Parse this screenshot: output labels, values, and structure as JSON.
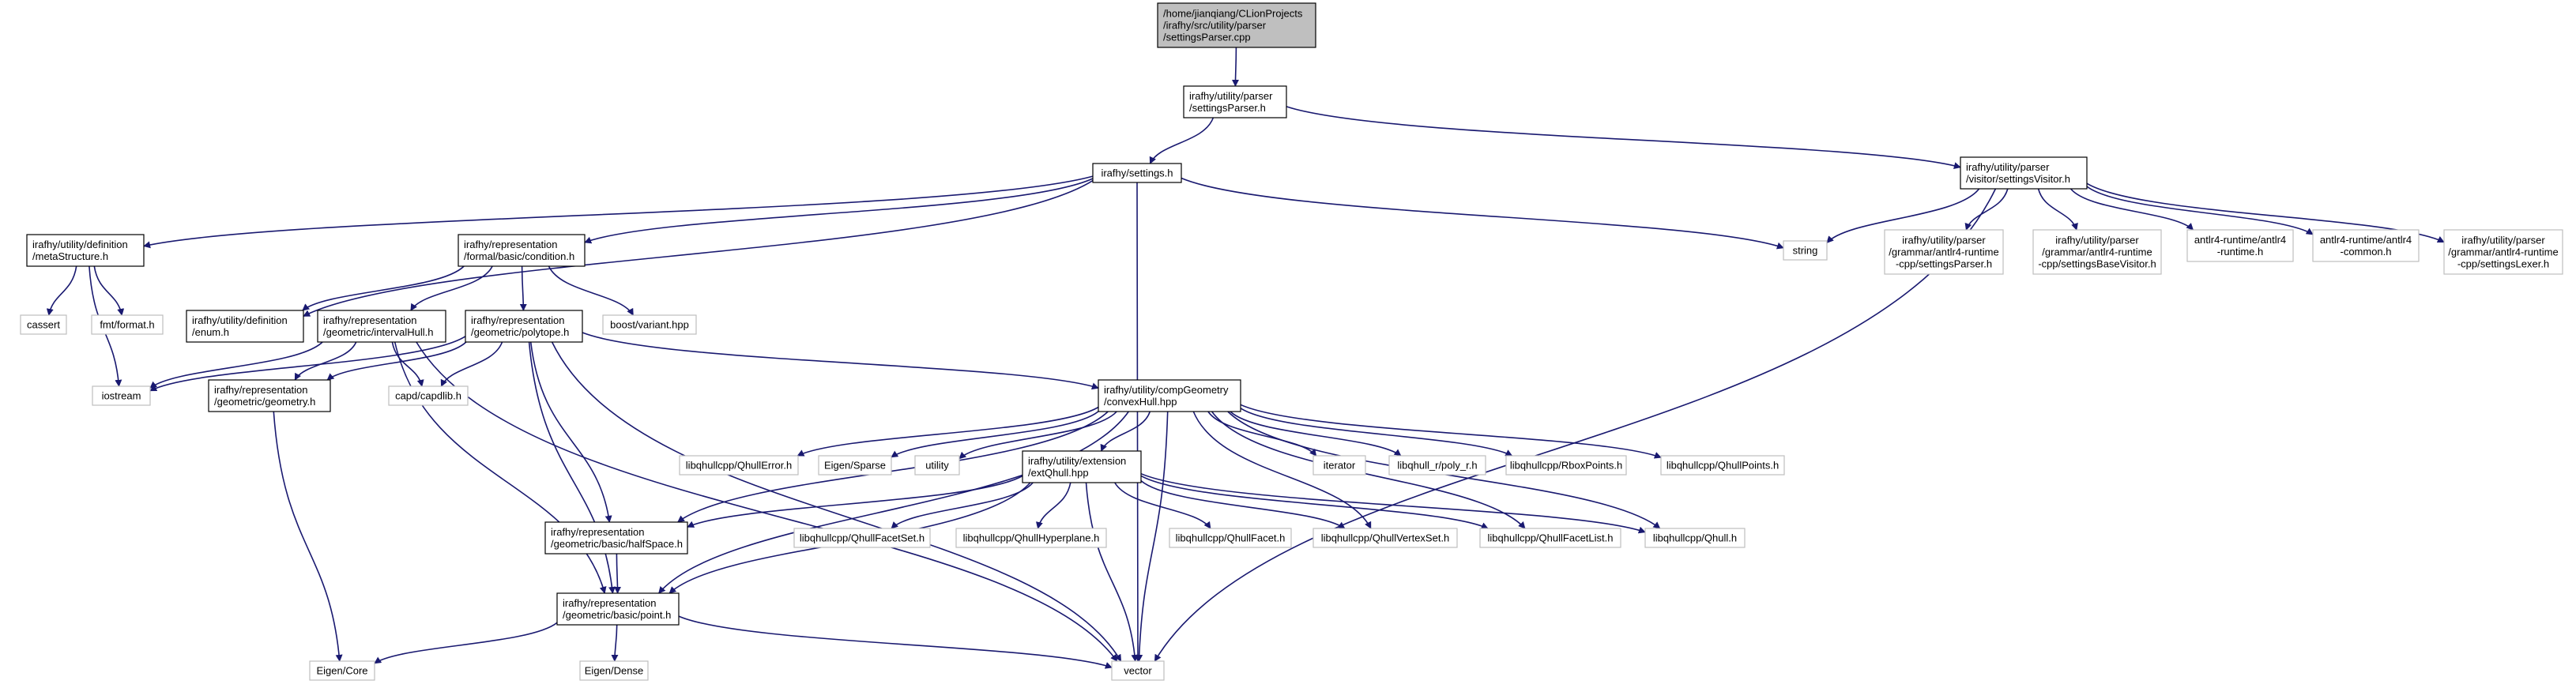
{
  "colors": {
    "background": "#ffffff",
    "edge": "#191970",
    "root_fill": "#bfbfbf",
    "root_border": "#000000",
    "internal_fill": "#ffffff",
    "internal_border": "#000000",
    "external_fill": "#ffffff",
    "external_border": "#bfbfbf",
    "text": "#000000"
  },
  "nodes": {
    "root": {
      "lines": [
        "/home/jianqiang/CLionProjects",
        "/irafhy/src/utility/parser",
        "/settingsParser.cpp"
      ],
      "kind": "root"
    },
    "settingsParser_h": {
      "lines": [
        "irafhy/utility/parser",
        "/settingsParser.h"
      ],
      "kind": "internal"
    },
    "settings_h": {
      "lines": [
        "irafhy/settings.h"
      ],
      "kind": "internal"
    },
    "settingsVisitor_h": {
      "lines": [
        "irafhy/utility/parser",
        "/visitor/settingsVisitor.h"
      ],
      "kind": "internal"
    },
    "metaStructure_h": {
      "lines": [
        "irafhy/utility/definition",
        "/metaStructure.h"
      ],
      "kind": "internal"
    },
    "condition_h": {
      "lines": [
        "irafhy/representation",
        "/formal/basic/condition.h"
      ],
      "kind": "internal"
    },
    "string": {
      "lines": [
        "string"
      ],
      "kind": "external"
    },
    "grammar_settingsParser_h": {
      "lines": [
        "irafhy/utility/parser",
        "/grammar/antlr4-runtime",
        "-cpp/settingsParser.h"
      ],
      "kind": "external"
    },
    "grammar_settingsBaseVisitor_h": {
      "lines": [
        "irafhy/utility/parser",
        "/grammar/antlr4-runtime",
        "-cpp/settingsBaseVisitor.h"
      ],
      "kind": "external"
    },
    "antlr4_runtime_h": {
      "lines": [
        "antlr4-runtime/antlr4",
        "-runtime.h"
      ],
      "kind": "external"
    },
    "antlr4_common_h": {
      "lines": [
        "antlr4-runtime/antlr4",
        "-common.h"
      ],
      "kind": "external"
    },
    "grammar_settingsLexer_h": {
      "lines": [
        "irafhy/utility/parser",
        "/grammar/antlr4-runtime",
        "-cpp/settingsLexer.h"
      ],
      "kind": "external"
    },
    "cassert": {
      "lines": [
        "cassert"
      ],
      "kind": "external"
    },
    "fmt_format_h": {
      "lines": [
        "fmt/format.h"
      ],
      "kind": "external"
    },
    "iostream": {
      "lines": [
        "iostream"
      ],
      "kind": "external"
    },
    "enum_h": {
      "lines": [
        "irafhy/utility/definition",
        "/enum.h"
      ],
      "kind": "internal"
    },
    "intervalHull_h": {
      "lines": [
        "irafhy/representation",
        "/geometric/intervalHull.h"
      ],
      "kind": "internal"
    },
    "polytope_h": {
      "lines": [
        "irafhy/representation",
        "/geometric/polytope.h"
      ],
      "kind": "internal"
    },
    "boost_variant_hpp": {
      "lines": [
        "boost/variant.hpp"
      ],
      "kind": "external"
    },
    "geometry_h": {
      "lines": [
        "irafhy/representation",
        "/geometric/geometry.h"
      ],
      "kind": "internal"
    },
    "capd_capdlib_h": {
      "lines": [
        "capd/capdlib.h"
      ],
      "kind": "external"
    },
    "convexHull_hpp": {
      "lines": [
        "irafhy/utility/compGeometry",
        "/convexHull.hpp"
      ],
      "kind": "internal"
    },
    "QhullError_h": {
      "lines": [
        "libqhullcpp/QhullError.h"
      ],
      "kind": "external"
    },
    "Eigen_Sparse": {
      "lines": [
        "Eigen/Sparse"
      ],
      "kind": "external"
    },
    "utility": {
      "lines": [
        "utility"
      ],
      "kind": "external"
    },
    "extQhull_hpp": {
      "lines": [
        "irafhy/utility/extension",
        "/extQhull.hpp"
      ],
      "kind": "internal"
    },
    "iterator": {
      "lines": [
        "iterator"
      ],
      "kind": "external"
    },
    "libqhull_r_poly_r_h": {
      "lines": [
        "libqhull_r/poly_r.h"
      ],
      "kind": "external"
    },
    "RboxPoints_h": {
      "lines": [
        "libqhullcpp/RboxPoints.h"
      ],
      "kind": "external"
    },
    "QhullPoints_h": {
      "lines": [
        "libqhullcpp/QhullPoints.h"
      ],
      "kind": "external"
    },
    "halfSpace_h": {
      "lines": [
        "irafhy/representation",
        "/geometric/basic/halfSpace.h"
      ],
      "kind": "internal"
    },
    "QhullFacetSet_h": {
      "lines": [
        "libqhullcpp/QhullFacetSet.h"
      ],
      "kind": "external"
    },
    "QhullHyperplane_h": {
      "lines": [
        "libqhullcpp/QhullHyperplane.h"
      ],
      "kind": "external"
    },
    "QhullFacet_h": {
      "lines": [
        "libqhullcpp/QhullFacet.h"
      ],
      "kind": "external"
    },
    "QhullVertexSet_h": {
      "lines": [
        "libqhullcpp/QhullVertexSet.h"
      ],
      "kind": "external"
    },
    "QhullFacetList_h": {
      "lines": [
        "libqhullcpp/QhullFacetList.h"
      ],
      "kind": "external"
    },
    "Qhull_h": {
      "lines": [
        "libqhullcpp/Qhull.h"
      ],
      "kind": "external"
    },
    "point_h": {
      "lines": [
        "irafhy/representation",
        "/geometric/basic/point.h"
      ],
      "kind": "internal"
    },
    "Eigen_Core": {
      "lines": [
        "Eigen/Core"
      ],
      "kind": "external"
    },
    "Eigen_Dense": {
      "lines": [
        "Eigen/Dense"
      ],
      "kind": "external"
    },
    "vector": {
      "lines": [
        "vector"
      ],
      "kind": "external"
    }
  },
  "edges": [
    [
      "root",
      "settingsParser_h"
    ],
    [
      "settingsParser_h",
      "settings_h"
    ],
    [
      "settingsParser_h",
      "settingsVisitor_h"
    ],
    [
      "settings_h",
      "metaStructure_h"
    ],
    [
      "settings_h",
      "enum_h"
    ],
    [
      "settings_h",
      "condition_h"
    ],
    [
      "settings_h",
      "string"
    ],
    [
      "settings_h",
      "vector"
    ],
    [
      "settingsVisitor_h",
      "string"
    ],
    [
      "settingsVisitor_h",
      "vector"
    ],
    [
      "settingsVisitor_h",
      "grammar_settingsParser_h"
    ],
    [
      "settingsVisitor_h",
      "grammar_settingsBaseVisitor_h"
    ],
    [
      "settingsVisitor_h",
      "antlr4_runtime_h"
    ],
    [
      "settingsVisitor_h",
      "antlr4_common_h"
    ],
    [
      "settingsVisitor_h",
      "grammar_settingsLexer_h"
    ],
    [
      "metaStructure_h",
      "cassert"
    ],
    [
      "metaStructure_h",
      "fmt_format_h"
    ],
    [
      "metaStructure_h",
      "iostream"
    ],
    [
      "condition_h",
      "enum_h"
    ],
    [
      "condition_h",
      "intervalHull_h"
    ],
    [
      "condition_h",
      "polytope_h"
    ],
    [
      "condition_h",
      "boost_variant_hpp"
    ],
    [
      "intervalHull_h",
      "iostream"
    ],
    [
      "intervalHull_h",
      "geometry_h"
    ],
    [
      "intervalHull_h",
      "capd_capdlib_h"
    ],
    [
      "intervalHull_h",
      "point_h"
    ],
    [
      "intervalHull_h",
      "vector"
    ],
    [
      "polytope_h",
      "iostream"
    ],
    [
      "polytope_h",
      "geometry_h"
    ],
    [
      "polytope_h",
      "capd_capdlib_h"
    ],
    [
      "polytope_h",
      "convexHull_hpp"
    ],
    [
      "polytope_h",
      "halfSpace_h"
    ],
    [
      "polytope_h",
      "point_h"
    ],
    [
      "polytope_h",
      "vector"
    ],
    [
      "geometry_h",
      "Eigen_Core"
    ],
    [
      "convexHull_hpp",
      "QhullError_h"
    ],
    [
      "convexHull_hpp",
      "Eigen_Sparse"
    ],
    [
      "convexHull_hpp",
      "utility"
    ],
    [
      "convexHull_hpp",
      "extQhull_hpp"
    ],
    [
      "convexHull_hpp",
      "iterator"
    ],
    [
      "convexHull_hpp",
      "libqhull_r_poly_r_h"
    ],
    [
      "convexHull_hpp",
      "RboxPoints_h"
    ],
    [
      "convexHull_hpp",
      "QhullPoints_h"
    ],
    [
      "convexHull_hpp",
      "halfSpace_h"
    ],
    [
      "convexHull_hpp",
      "point_h"
    ],
    [
      "convexHull_hpp",
      "QhullVertexSet_h"
    ],
    [
      "convexHull_hpp",
      "QhullFacetList_h"
    ],
    [
      "convexHull_hpp",
      "Qhull_h"
    ],
    [
      "convexHull_hpp",
      "vector"
    ],
    [
      "extQhull_hpp",
      "halfSpace_h"
    ],
    [
      "extQhull_hpp",
      "point_h"
    ],
    [
      "extQhull_hpp",
      "QhullFacetSet_h"
    ],
    [
      "extQhull_hpp",
      "QhullHyperplane_h"
    ],
    [
      "extQhull_hpp",
      "QhullFacet_h"
    ],
    [
      "extQhull_hpp",
      "QhullVertexSet_h"
    ],
    [
      "extQhull_hpp",
      "QhullFacetList_h"
    ],
    [
      "extQhull_hpp",
      "Qhull_h"
    ],
    [
      "extQhull_hpp",
      "vector"
    ],
    [
      "halfSpace_h",
      "point_h"
    ],
    [
      "point_h",
      "Eigen_Core"
    ],
    [
      "point_h",
      "Eigen_Dense"
    ],
    [
      "point_h",
      "vector"
    ]
  ]
}
